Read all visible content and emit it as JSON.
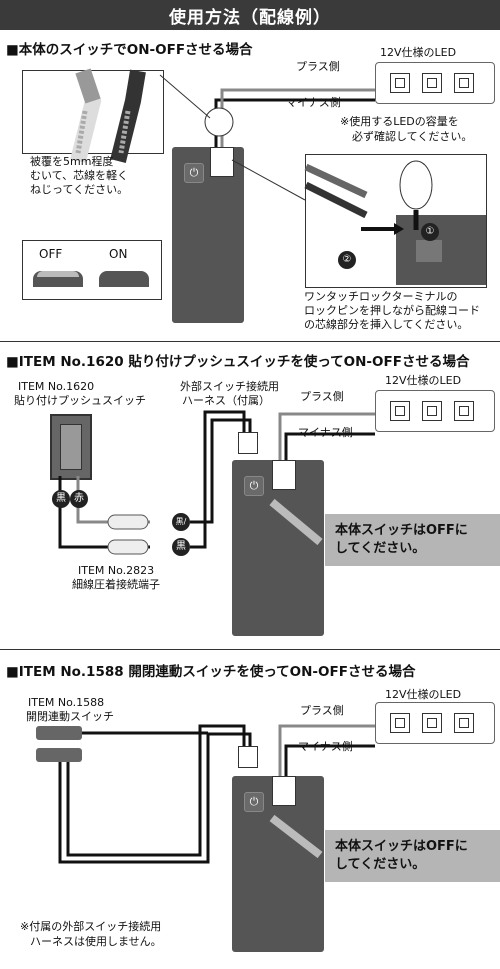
{
  "title": "使用方法（配線例）",
  "section1": {
    "heading": "■本体のスイッチでON-OFFさせる場合",
    "led_label": "12V仕様のLED",
    "plus_label": "プラス側",
    "minus_label": "マイナス側",
    "note_led": [
      "※使用するLEDの容量を",
      "必ず確認してください。"
    ],
    "strip_note": [
      "被覆を5mm程度",
      "むいて、芯線を軽く",
      "ねじってください。"
    ],
    "off_label": "OFF",
    "on_label": "ON",
    "marker_1": "①",
    "marker_2": "②",
    "terminal_note": [
      "ワンタッチロックターミナルの",
      "ロックピンを押しながら配線コード",
      "の芯線部分を挿入してください。"
    ]
  },
  "section2": {
    "heading": "■ITEM No.1620 貼り付けプッシュスイッチを使ってON-OFFさせる場合",
    "led_label": "12V仕様のLED",
    "plus_label": "プラス側",
    "minus_label": "マイナス側",
    "switch_label": [
      "ITEM No.1620",
      "貼り付けプッシュスイッチ"
    ],
    "harness_label": [
      "外部スイッチ接続用",
      "ハーネス（付属）"
    ],
    "black": "黒",
    "red": "赤",
    "black_white": "黒/白",
    "terminal_label": [
      "ITEM No.2823",
      "細線圧着接続端子"
    ],
    "callout": [
      "本体スイッチはOFFに",
      "してください。"
    ]
  },
  "section3": {
    "heading": "■ITEM No.1588 開閉連動スイッチを使ってON-OFFさせる場合",
    "led_label": "12V仕様のLED",
    "plus_label": "プラス側",
    "minus_label": "マイナス側",
    "switch_label": [
      "ITEM No.1588",
      "開閉連動スイッチ"
    ],
    "callout": [
      "本体スイッチはOFFに",
      "してください。"
    ],
    "footnote": [
      "※付属の外部スイッチ接続用",
      "ハーネスは使用しません。"
    ]
  },
  "colors": {
    "dark": "#3a3a3a",
    "callout": "#b5b5b5",
    "battery": "#555555"
  },
  "icons": [
    "power-icon",
    "led-icon",
    "arrow-icon"
  ]
}
